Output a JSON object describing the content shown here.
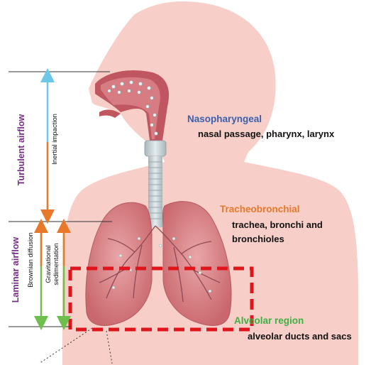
{
  "regions": {
    "nasopharyngeal": {
      "title": "Nasopharyngeal",
      "desc": "nasal passage, pharynx, larynx",
      "color": "#3b5fae"
    },
    "tracheobronchial": {
      "title": "Tracheobronchial",
      "desc_line1": "trachea, bronchi and",
      "desc_line2": "bronchioles",
      "color": "#e8782a"
    },
    "alveolar": {
      "title": "Alveolar region",
      "desc": "alveolar ducts and sacs",
      "color": "#3cb043"
    }
  },
  "flow": {
    "turbulent": "Turbulent airflow",
    "laminar": "Laminar airflow"
  },
  "mechanisms": {
    "inertial": "Inertial impaction",
    "brownian": "Brownian diffusion",
    "gravitational_line1": "Gravitational",
    "gravitational_line2": "sedimentation"
  },
  "colors": {
    "body": "#f7cfc8",
    "lung": "#d98488",
    "trachea": "#cfd8db",
    "highlight_box": "#e0151b",
    "arrow_inertial": "#6cc7e8",
    "arrow_brownian": "#e8782a",
    "arrow_laminar": "#6cbf4a",
    "flow_text": "#7a2a8a"
  }
}
